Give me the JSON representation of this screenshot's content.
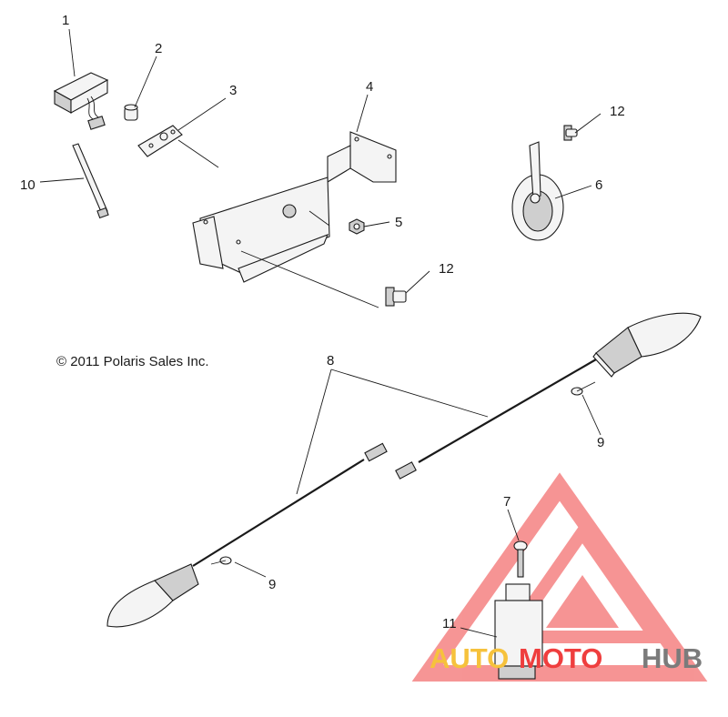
{
  "copyright": "© 2011 Polaris Sales Inc.",
  "callouts": [
    "1",
    "2",
    "3",
    "4",
    "5",
    "12",
    "10",
    "6",
    "12",
    "8",
    "9",
    "9",
    "7",
    "11"
  ],
  "watermark": {
    "part1": "AUTO",
    "part2": "MOTO",
    "part3": "HUB",
    "colors": {
      "auto": "#f6c23c",
      "moto": "#ef3e3e",
      "hub": "#7b7b7b",
      "logo": "#ef3e3e"
    }
  }
}
